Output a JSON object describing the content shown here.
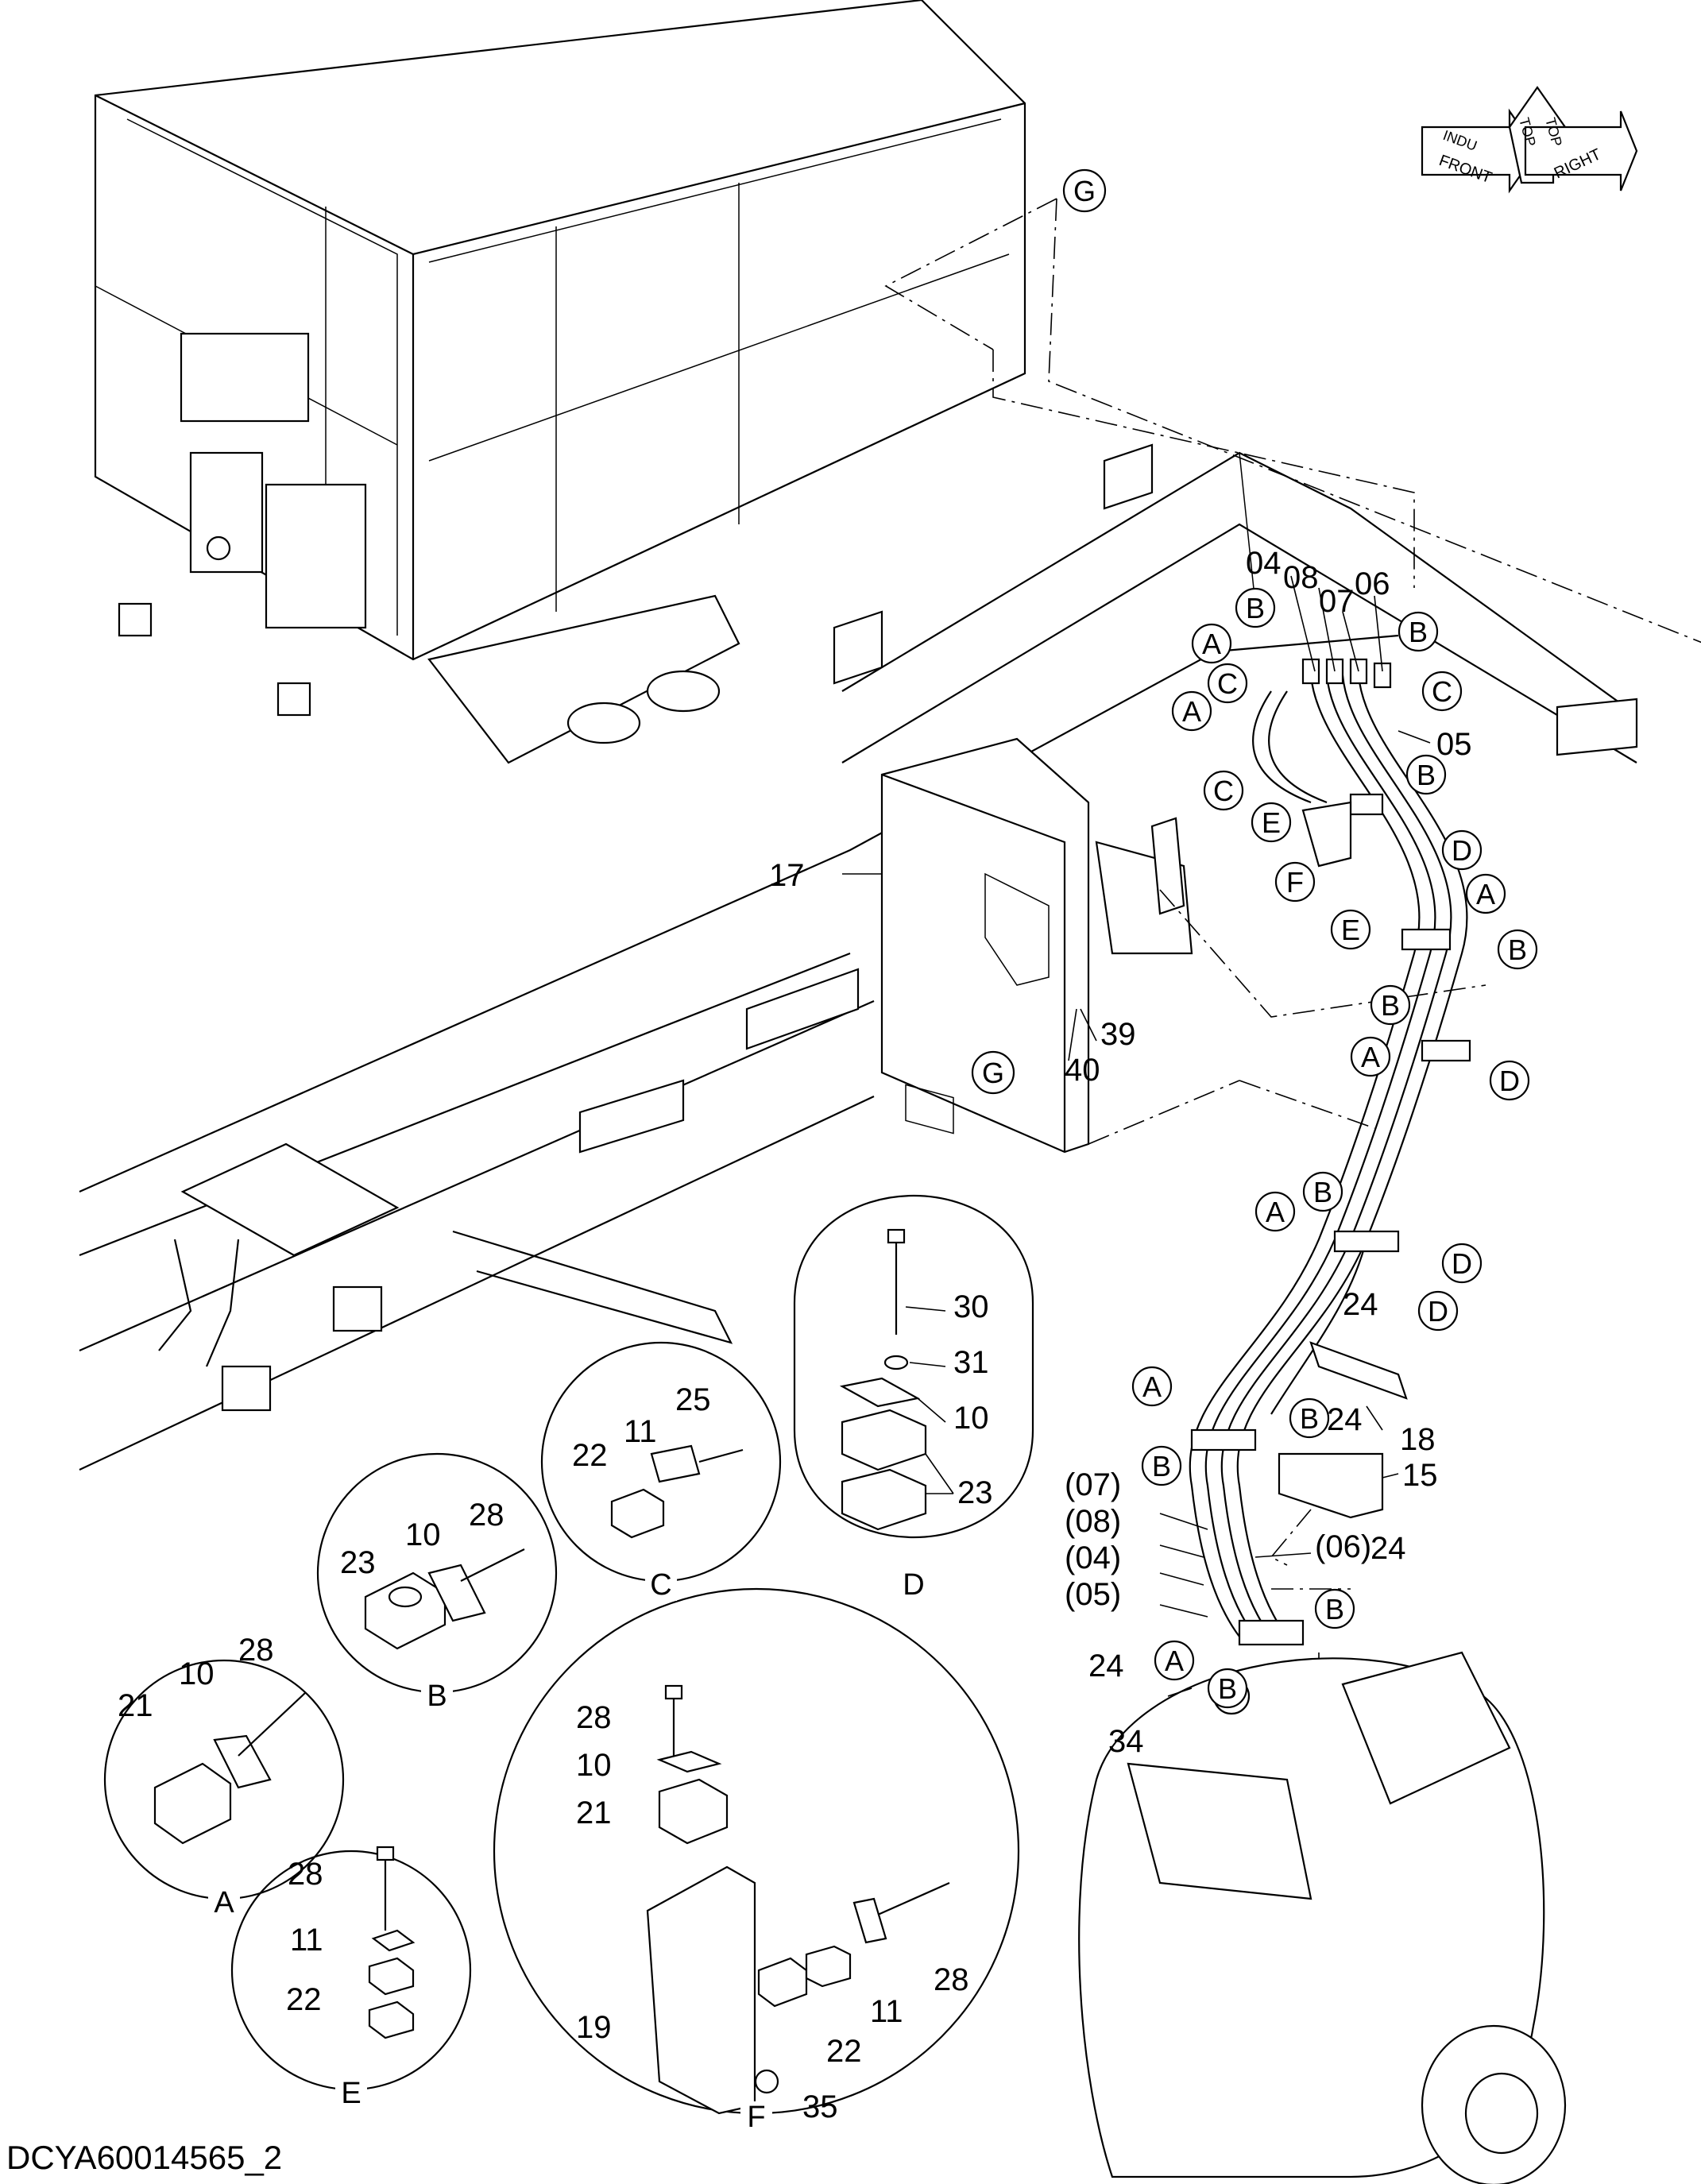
{
  "drawing_id": "DCYA60014565_2",
  "orientation": {
    "top": "TOP",
    "front": "FRONT",
    "right": "RIGHT",
    "arrow1": "INDU",
    "arrow2": "TOP"
  },
  "part_numbers": {
    "p04": "04",
    "p08": "08",
    "p07": "07",
    "p06": "06",
    "p05": "05",
    "p17": "17",
    "p39": "39",
    "p40": "40",
    "p24": "24",
    "p18": "18",
    "p15": "15",
    "p34": "34",
    "p30": "30",
    "p31": "31",
    "p10": "10",
    "p23": "23",
    "p25": "25",
    "p11": "11",
    "p22": "22",
    "p28": "28",
    "p21": "21",
    "p19": "19",
    "p35": "35",
    "r07": "(07)",
    "r08": "(08)",
    "r04": "(04)",
    "r05": "(05)",
    "r06": "(06)"
  },
  "callouts": {
    "A": "A",
    "B": "B",
    "C": "C",
    "D": "D",
    "E": "E",
    "F": "F",
    "G": "G"
  },
  "details": {
    "a": "A",
    "b": "B",
    "c": "C",
    "d": "D",
    "e": "E",
    "f": "F"
  }
}
